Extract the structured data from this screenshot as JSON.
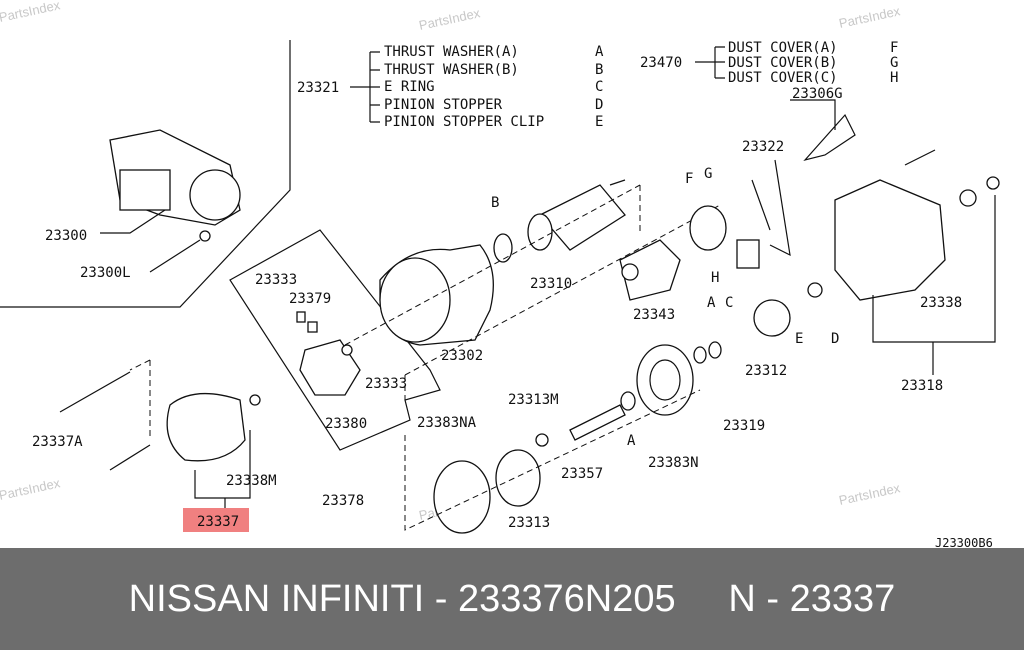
{
  "watermark": "PartsIndex",
  "diagram_code": "J23300B6",
  "highlight_color": "#f08080",
  "legend_23321": {
    "part": "23321",
    "items": [
      {
        "name": "THRUST WASHER(A)",
        "key": "A"
      },
      {
        "name": "THRUST WASHER(B)",
        "key": "B"
      },
      {
        "name": "E RING",
        "key": "C"
      },
      {
        "name": "PINION STOPPER",
        "key": "D"
      },
      {
        "name": "PINION STOPPER CLIP",
        "key": "E"
      }
    ]
  },
  "legend_23470": {
    "part": "23470",
    "items": [
      {
        "name": "DUST COVER(A)",
        "key": "F"
      },
      {
        "name": "DUST COVER(B)",
        "key": "G"
      },
      {
        "name": "DUST COVER(C)",
        "key": "H"
      }
    ]
  },
  "labels": {
    "p23300": "23300",
    "p23300L": "23300L",
    "p23333a": "23333",
    "p23379": "23379",
    "p23333b": "23333",
    "p23380": "23380",
    "p23378": "23378",
    "p23302": "23302",
    "p23310": "23310",
    "p23343": "23343",
    "p23322": "23322",
    "p23306G": "23306G",
    "p23338": "23338",
    "p23318": "23318",
    "p23312": "23312",
    "p23319": "23319",
    "p23383N": "23383N",
    "p23357": "23357",
    "p23313M": "23313M",
    "p23383NA": "23383NA",
    "p23313": "23313",
    "p23337A": "23337A",
    "p23338M": "23338M",
    "p23337": "23337",
    "kB": "B",
    "kF": "F",
    "kG": "G",
    "kH": "H",
    "kA1": "A",
    "kC": "C",
    "kE": "E",
    "kD": "D",
    "kA2": "A"
  },
  "footer": {
    "text": "NISSAN INFINITI - 233376N205     N - 23337"
  }
}
